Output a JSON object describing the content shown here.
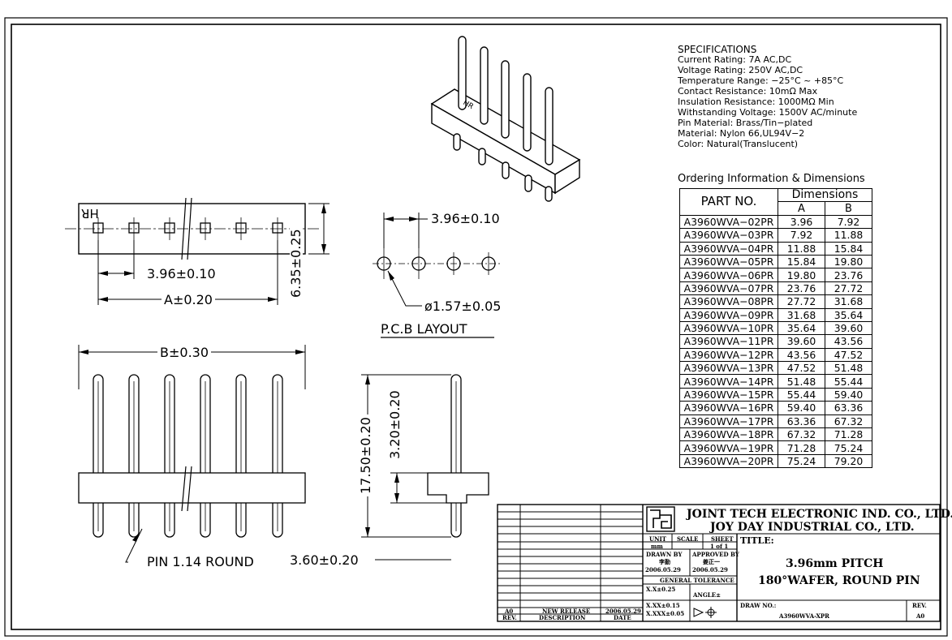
{
  "specifications": {
    "heading": "SPECIFICATIONS",
    "lines": [
      "Current Rating: 7A AC,DC",
      "Voltage Rating: 250V AC,DC",
      "Temperature Range: −25°C ~ +85°C",
      "Contact Resistance: 10mΩ Max",
      "Insulation Resistance: 1000MΩ Min",
      "Withstanding Voltage: 1500V AC/minute",
      "Pin Material: Brass/Tin−plated",
      "Material: Nylon 66,UL94V−2",
      "Color: Natural(Translucent)"
    ]
  },
  "ordering": {
    "heading": "Ordering Information & Dimensions",
    "col_part": "PART NO.",
    "col_dims": "Dimensions",
    "col_a": "A",
    "col_b": "B",
    "rows": [
      [
        "A3960WVA−02PR",
        "3.96",
        "7.92"
      ],
      [
        "A3960WVA−03PR",
        "7.92",
        "11.88"
      ],
      [
        "A3960WVA−04PR",
        "11.88",
        "15.84"
      ],
      [
        "A3960WVA−05PR",
        "15.84",
        "19.80"
      ],
      [
        "A3960WVA−06PR",
        "19.80",
        "23.76"
      ],
      [
        "A3960WVA−07PR",
        "23.76",
        "27.72"
      ],
      [
        "A3960WVA−08PR",
        "27.72",
        "31.68"
      ],
      [
        "A3960WVA−09PR",
        "31.68",
        "35.64"
      ],
      [
        "A3960WVA−10PR",
        "35.64",
        "39.60"
      ],
      [
        "A3960WVA−11PR",
        "39.60",
        "43.56"
      ],
      [
        "A3960WVA−12PR",
        "43.56",
        "47.52"
      ],
      [
        "A3960WVA−13PR",
        "47.52",
        "51.48"
      ],
      [
        "A3960WVA−14PR",
        "51.48",
        "55.44"
      ],
      [
        "A3960WVA−15PR",
        "55.44",
        "59.40"
      ],
      [
        "A3960WVA−16PR",
        "59.40",
        "63.36"
      ],
      [
        "A3960WVA−17PR",
        "63.36",
        "67.32"
      ],
      [
        "A3960WVA−18PR",
        "67.32",
        "71.28"
      ],
      [
        "A3960WVA−19PR",
        "71.28",
        "75.24"
      ],
      [
        "A3960WVA−20PR",
        "75.24",
        "79.20"
      ]
    ]
  },
  "dimensions": {
    "hr_mark": "HR",
    "pitch_top": "3.96±0.10",
    "a_dim": "A±0.20",
    "height": "6.35±0.25",
    "pcb_pitch": "3.96±0.10",
    "hole_dia": "ø1.57±0.05",
    "pcb_layout": "P.C.B LAYOUT",
    "b_dim": "B±0.30",
    "pin_round": "PIN 1.14 ROUND",
    "total_len": "17.50±0.20",
    "upper_len": "3.20±0.20",
    "lower_len": "3.60±0.20"
  },
  "title_block": {
    "company1": "JOINT TECH ELECTRONIC IND. CO., LTD.",
    "company2": "JOY DAY INDUSTRIAL CO., LTD.",
    "unit_label": "UNIT",
    "unit_value": "mm",
    "scale_label": "SCALE",
    "sheet_label": "SHEET",
    "sheet_value": "1 of 1",
    "title_label": "TITLE:",
    "title_line1": "3.96mm PITCH",
    "title_line2": "180°WAFER, ROUND PIN",
    "drawn_by_label": "DRAWN BY",
    "drawn_by": "李勤",
    "drawn_date": "2006.05.29",
    "approved_label": "APPROVED BY",
    "approved_by": "姜正一",
    "approved_date": "2006.05.29",
    "tolerance_label": "GENERAL TOLERANCE",
    "tol1": "X.X±0.25",
    "tol2": "X.XX±0.15",
    "tol3": "X.XXX±0.05",
    "angle_label": "ANGLE±",
    "drawing_no_label": "DRAW NO.:",
    "drawing_no": "A3960WVA-XPR",
    "rev_label": "REV.",
    "rev_value": "A0",
    "rev_col": "REV.",
    "desc_col": "DESCRIPTION",
    "date_col": "DATE",
    "rev_row_rev": "A0",
    "rev_row_desc": "NEW RELEASE",
    "rev_row_date": "2006.05.29"
  }
}
